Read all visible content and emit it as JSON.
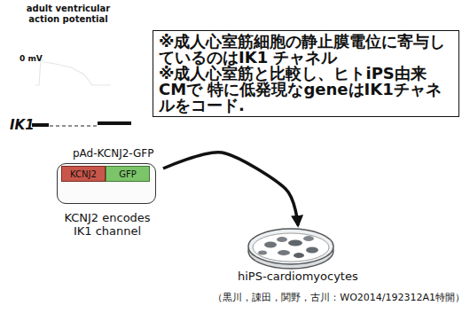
{
  "diagram": {
    "nodes": [
      {
        "text": [
          "※成人心室筋細胞の静止膜電位に寄与し ているのはIK1 チャネル",
          "※成人心室筋と比較し、ヒトiPS由来CMで 特に低発現なgeneはIK1チャネルをコード."
        ]
      },
      {
        "text": [
          "pAd-KCNJ2-GFP"
        ]
      },
      {
        "text": [
          "KCNJ2"
        ],
        "in": 1
      },
      {
        "text": [
          "GFP"
        ],
        "in": 1
      },
      {
        "text": [
          "hiPS-cardiomyocytes"
        ]
      }
    ],
    "edges": [
      {
        "from": 1,
        "to": 4,
        "arrow": "to"
      }
    ],
    "labels": [
      "adult ventricular action potential",
      "0 mV",
      "IK1",
      "KCNJ2 encodes IK1 channel"
    ],
    "caption": "（黒川，諌田，関野，古川：WO2014/192312A1特開）"
  }
}
